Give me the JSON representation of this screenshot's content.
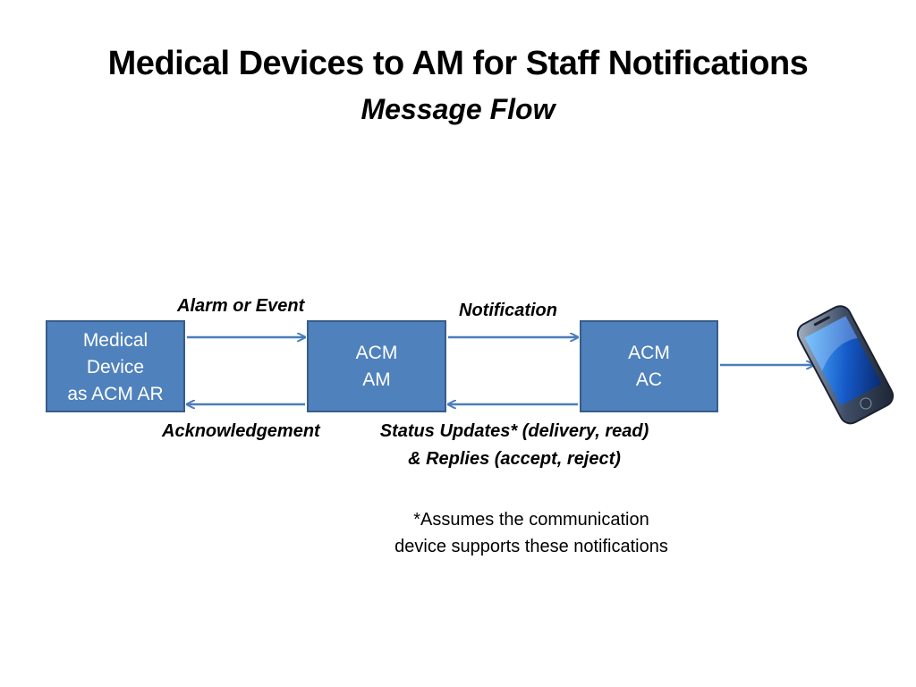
{
  "title": "Medical Devices to AM for Staff Notifications",
  "subtitle": "Message Flow",
  "boxes": {
    "ar": [
      "Medical",
      "Device",
      "as ACM AR"
    ],
    "am": [
      "ACM",
      "AM"
    ],
    "ac": [
      "ACM",
      "AC"
    ]
  },
  "labels": {
    "alarm": "Alarm or Event",
    "notification": "Notification",
    "ack": "Acknowledgement",
    "status_line1": "Status Updates* (delivery, read)",
    "status_line2": "& Replies (accept, reject)"
  },
  "note": {
    "line1": "*Assumes the communication",
    "line2": "device supports these notifications"
  },
  "colors": {
    "box_fill": "#4f81bd",
    "box_border": "#385d8a",
    "arrow": "#4a7ebb"
  },
  "icons": {
    "device": "smartphone-icon"
  }
}
